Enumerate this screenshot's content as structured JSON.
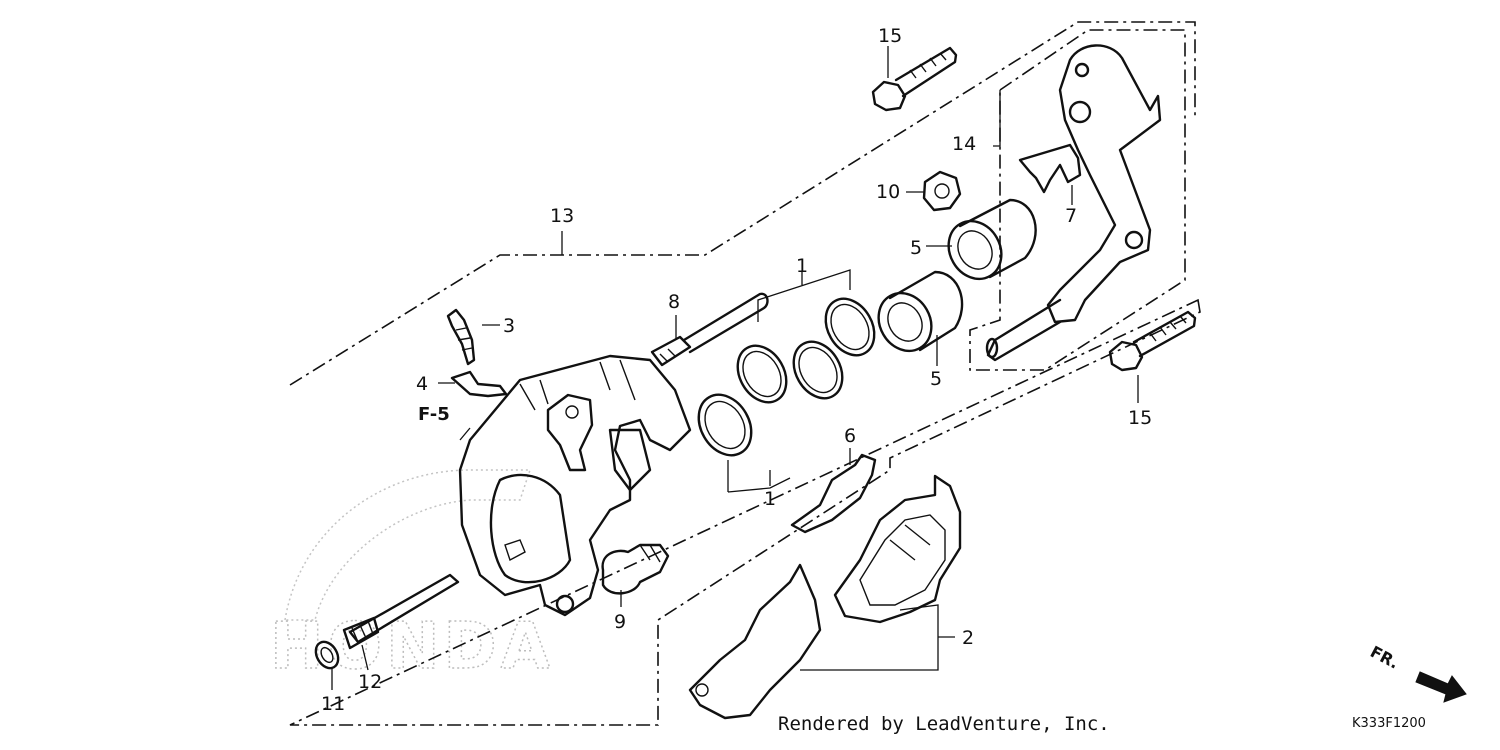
{
  "callouts": {
    "c1a": "1",
    "c1b": "1",
    "c2": "2",
    "c3": "3",
    "c4": "4",
    "c5a": "5",
    "c5b": "5",
    "c6": "6",
    "c7": "7",
    "c8": "8",
    "c9": "9",
    "c10": "10",
    "c11": "11",
    "c12": "12",
    "c13": "13",
    "c14": "14",
    "c15a": "15",
    "c15b": "15"
  },
  "reference": "F-5",
  "watermark": "HONDA",
  "credit": "Rendered by LeadVenture, Inc.",
  "diagram_code": "K333F1200",
  "direction": {
    "label": "FR.",
    "icon": "arrow-right-icon"
  }
}
